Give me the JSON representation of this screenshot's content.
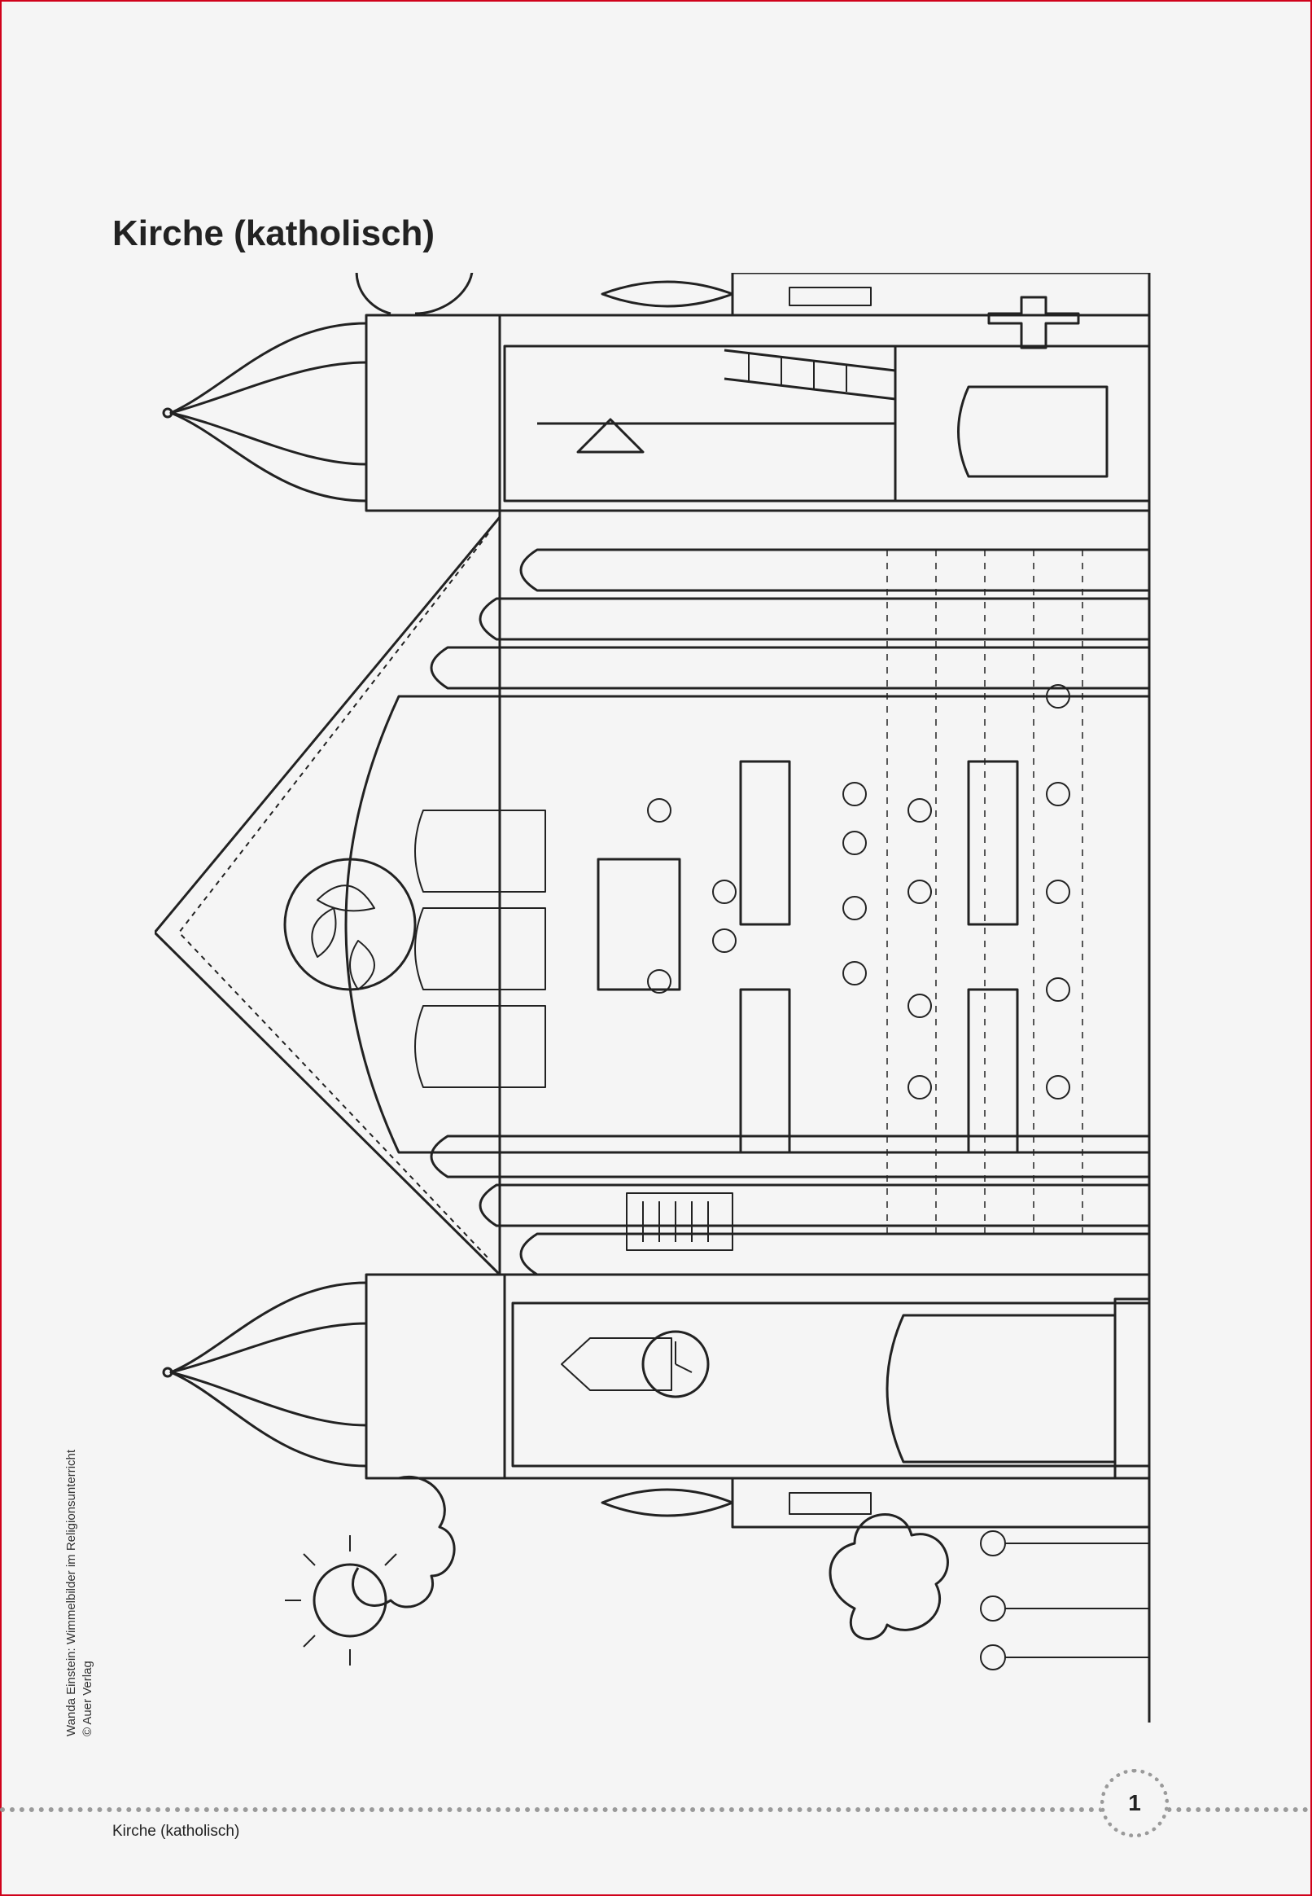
{
  "header": {
    "title": "Kirche (katholisch)"
  },
  "credit": {
    "line1": "Wanda Einstein: Wimmelbilder im Religionsunterricht",
    "line2": "© Auer Verlag"
  },
  "footer": {
    "label": "Kirche (katholisch)",
    "page_number": "1"
  },
  "colors": {
    "frame": "#d0021b",
    "ink": "#222222",
    "dots": "#9a9a9a"
  },
  "icons": [
    "church-illustration",
    "sun-icon",
    "cross-icon",
    "clock-icon"
  ]
}
